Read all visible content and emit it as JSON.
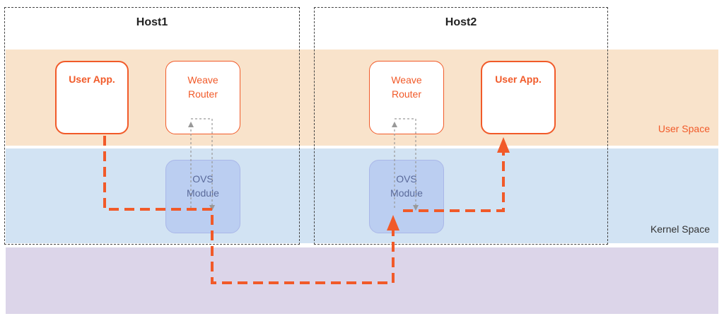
{
  "bands": {
    "user_space": "User Space",
    "kernel_space": "Kernel Space"
  },
  "host1": {
    "title": "Host1",
    "user_app": "User App.",
    "weave_line1": "Weave",
    "weave_line2": "Router",
    "ovs_line1": "OVS",
    "ovs_line2": "Module"
  },
  "host2": {
    "title": "Host2",
    "user_app": "User App.",
    "weave_line1": "Weave",
    "weave_line2": "Router",
    "ovs_line1": "OVS",
    "ovs_line2": "Module"
  },
  "colors": {
    "user_space": "#f9e3cb",
    "kernel_space": "#d2e3f3",
    "network": "#dcd5e9",
    "accent": "#f15a29",
    "ovs": "#a0b4f0"
  }
}
